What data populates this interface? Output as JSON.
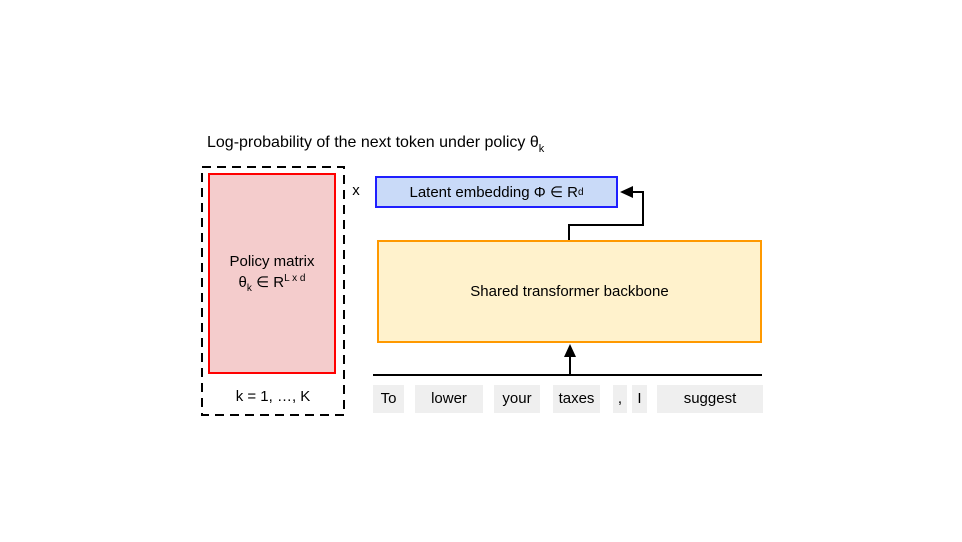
{
  "title": {
    "text": "Log-probability of the next token under policy θ",
    "sub": "k"
  },
  "policy": {
    "label": "Policy matrix",
    "theta": "θ",
    "theta_sub": "k",
    "set_text": " ∈ R",
    "sup": "L x d",
    "k_range": "k = 1, …, K"
  },
  "multiply": "x",
  "latent": {
    "text": "Latent embedding Φ ∈ R",
    "sup": "d"
  },
  "backbone": {
    "label": "Shared transformer backbone"
  },
  "tokens": [
    "To",
    "lower",
    "your",
    "taxes",
    ",",
    "I",
    "suggest"
  ],
  "colors": {
    "policy_fill": "#f4cccc",
    "policy_border": "#ff0000",
    "latent_fill": "#c9daf8",
    "latent_border": "#1f1fff",
    "backbone_fill": "#fff2cc",
    "backbone_border": "#ff9900",
    "token_fill": "#efefef",
    "line": "#000000"
  }
}
